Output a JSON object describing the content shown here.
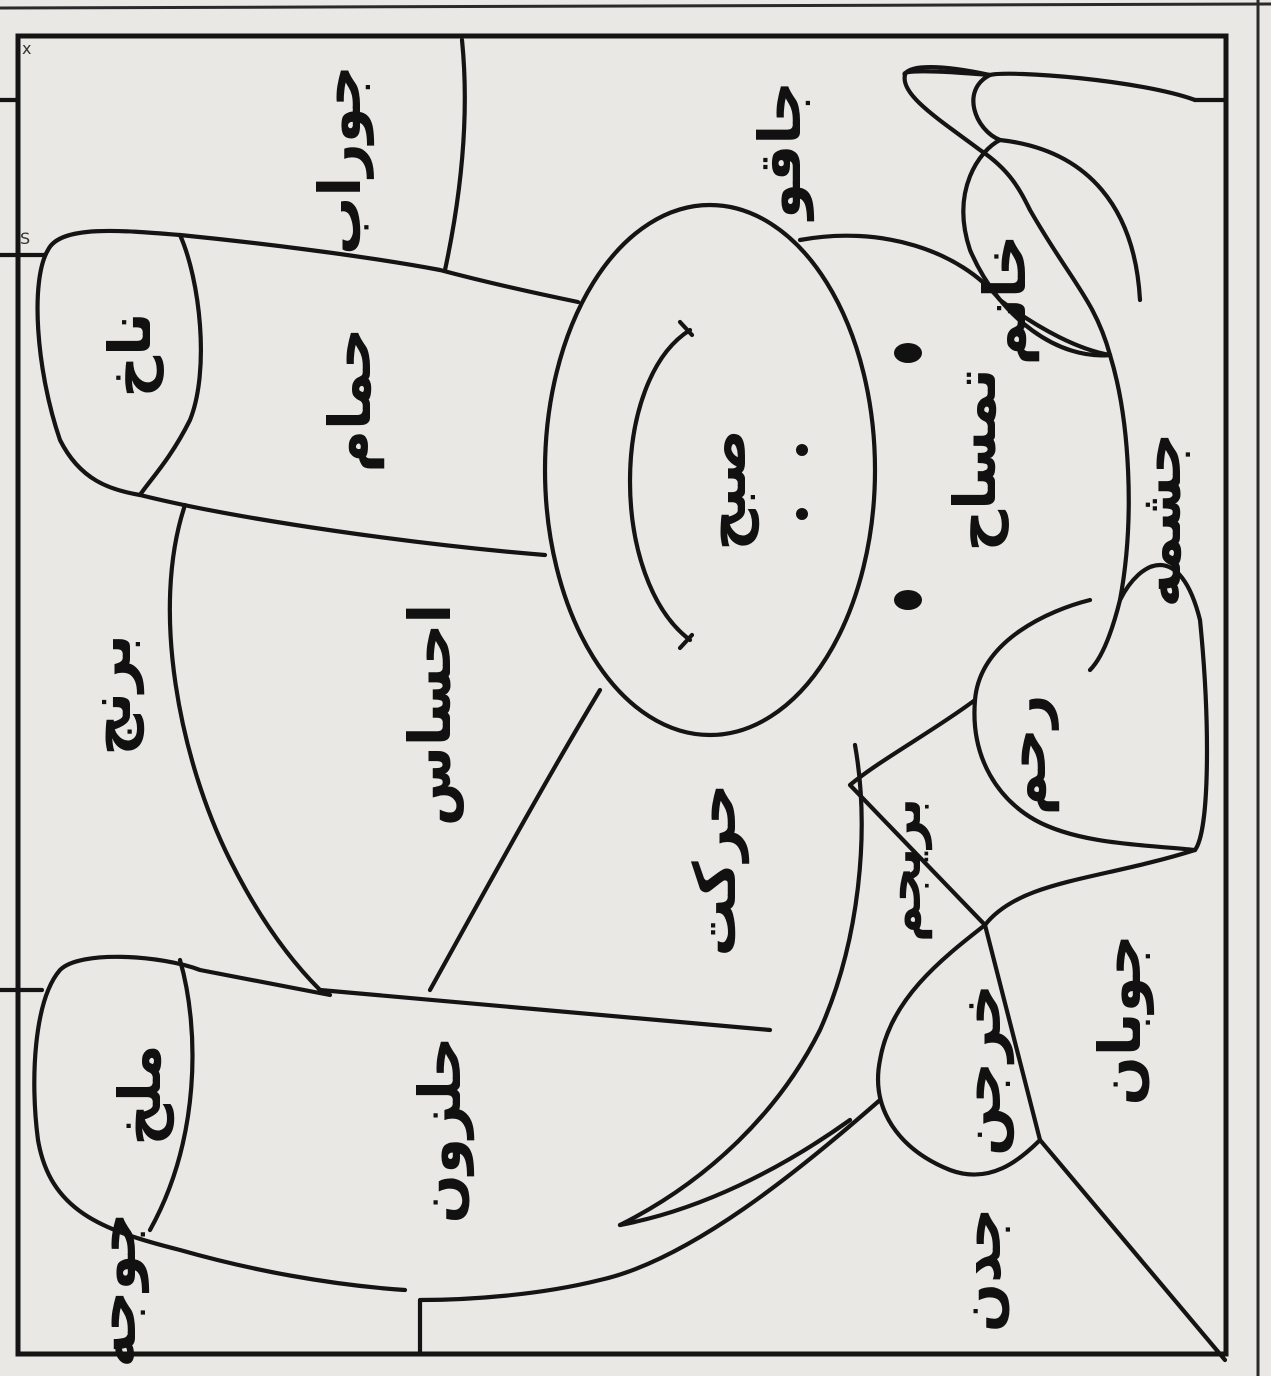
{
  "sheet": {
    "colors": {
      "paper": "#e9e8e4",
      "ink": "#141414"
    },
    "corner_marks": [
      "x",
      "S"
    ]
  },
  "regions": [
    {
      "id": "ear-top-inner",
      "word": "خانم"
    },
    {
      "id": "top-left-band",
      "word": "جاقو"
    },
    {
      "id": "top-left-corner",
      "word": "جوراب"
    },
    {
      "id": "trunk-tip",
      "word": "ناخ"
    },
    {
      "id": "trunk-mid",
      "word": "حمام"
    },
    {
      "id": "head",
      "word": "تمساح"
    },
    {
      "id": "head-top",
      "word": "جشمه"
    },
    {
      "id": "face",
      "word": "صبح"
    },
    {
      "id": "under-trunk",
      "word": "برنج"
    },
    {
      "id": "body-center",
      "word": "احساس"
    },
    {
      "id": "ear-bottom-inner",
      "word": "رحم"
    },
    {
      "id": "body-lower",
      "word": "حرکت"
    },
    {
      "id": "neck",
      "word": "بریجم"
    },
    {
      "id": "right-top-band",
      "word": "جوبان"
    },
    {
      "id": "tail-inner",
      "word": "خرجن"
    },
    {
      "id": "tail-region",
      "word": "جدن"
    },
    {
      "id": "belly",
      "word": "حلزون"
    },
    {
      "id": "foot-tip",
      "word": "ملخ"
    },
    {
      "id": "bottom-right-corner",
      "word": "جوجه"
    }
  ]
}
